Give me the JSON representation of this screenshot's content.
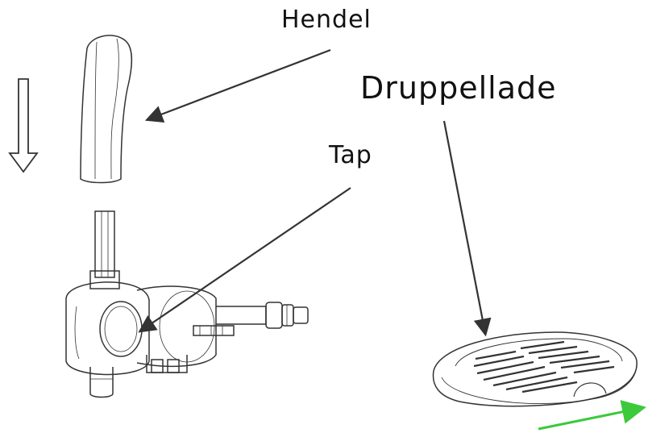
{
  "labels": {
    "hendel": "Hendel",
    "tap": "Tap",
    "druppellade": "Druppellade"
  },
  "colors": {
    "line": "#222222",
    "arrow": "#333333",
    "highlight_arrow": "#3cc93c"
  },
  "icons": {
    "down_arrow": "hollow-down-arrow-icon",
    "slide_arrow": "green-right-arrow-icon"
  }
}
